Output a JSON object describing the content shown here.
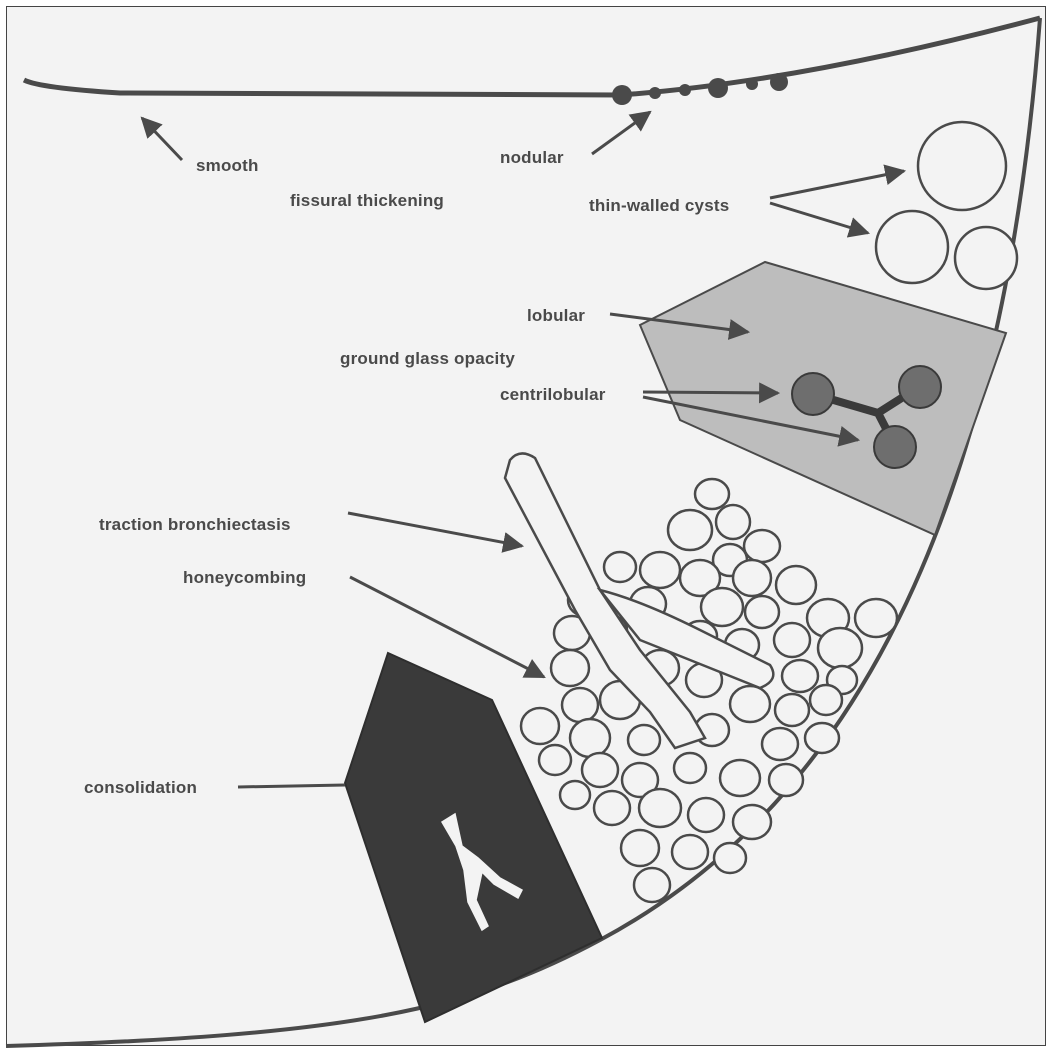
{
  "labels": {
    "smooth": "smooth",
    "nodular": "nodular",
    "fissural": "fissural thickening",
    "cysts": "thin-walled cysts",
    "lobular": "lobular",
    "ggo": "ground glass opacity",
    "centrilobular": "centrilobular",
    "traction": "traction bronchiectasis",
    "honeycombing": "honeycombing",
    "consolidation": "consolidation"
  },
  "colors": {
    "background": "#f3f3f3",
    "ink": "#4a4a4a",
    "ggo_fill": "#bdbdbd",
    "nodule_fill": "#6e6e6e",
    "consolidation_fill": "#3a3a3a"
  }
}
